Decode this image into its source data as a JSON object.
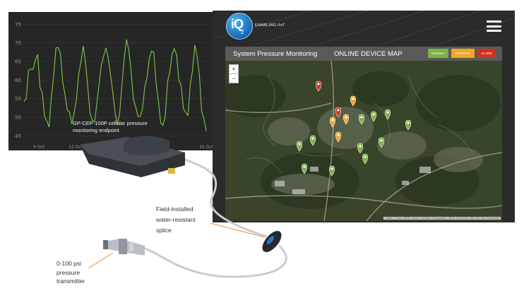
{
  "chart": {
    "y_ticks": [
      "75",
      "70",
      "65",
      "60",
      "55",
      "50",
      "45"
    ],
    "x_ticks": [
      "9 Oct",
      "12 Oct",
      "15 Oct"
    ]
  },
  "chart_data": {
    "type": "line",
    "title": "",
    "xlabel": "",
    "ylabel": "",
    "ylim": [
      43,
      76
    ],
    "x_ticks": [
      "9 Oct",
      "12 Oct",
      "15 Oct"
    ],
    "series": [
      {
        "color": "#7ac943",
        "values": [
          53,
          55,
          60,
          64,
          63,
          68,
          66,
          58,
          54,
          51,
          49,
          50,
          55,
          61,
          66,
          69,
          67,
          62,
          56,
          52,
          49,
          48,
          51,
          57,
          62,
          65,
          67,
          64,
          58,
          53,
          50,
          49,
          52,
          58,
          64,
          68,
          70,
          66,
          60,
          55,
          51,
          49,
          53,
          59,
          65,
          69,
          68,
          63,
          57,
          53,
          50,
          48,
          52,
          58,
          63,
          66,
          68,
          65,
          59,
          54,
          51,
          48,
          51,
          57,
          62,
          66,
          71,
          67,
          61,
          56,
          52,
          50,
          53,
          59,
          64,
          67,
          66,
          60,
          54,
          50,
          48
        ]
      }
    ]
  },
  "dashboard": {
    "logo_letters": "iQ",
    "logo_sub": "2",
    "logo_text": "ENABLING IIoT",
    "header": {
      "title": "System Pressure Monitoring",
      "map_title": "ONLINE DEVICE MAP"
    },
    "legend": {
      "normal": "NORMAL",
      "warning": "WARNING",
      "alarm": "ALARM"
    },
    "zoom_in": "+",
    "zoom_out": "−",
    "attribution": "Leaflet | © Esri, HERE, Garmin, Earthstar Geographics, USGS, AeroGRID, IGN, GIS User Community",
    "colors": {
      "normal": "#7cb342",
      "warning": "#f5a623",
      "alarm": "#d0321f"
    }
  },
  "callouts": {
    "endpoint": "GP-CEP-100P cellular pressure\nmonitoring endpoint",
    "splice": "Field-installed\nwater-resistant\nsplice",
    "transmitter": "0-100 psi\npressure\ntransmitter"
  }
}
